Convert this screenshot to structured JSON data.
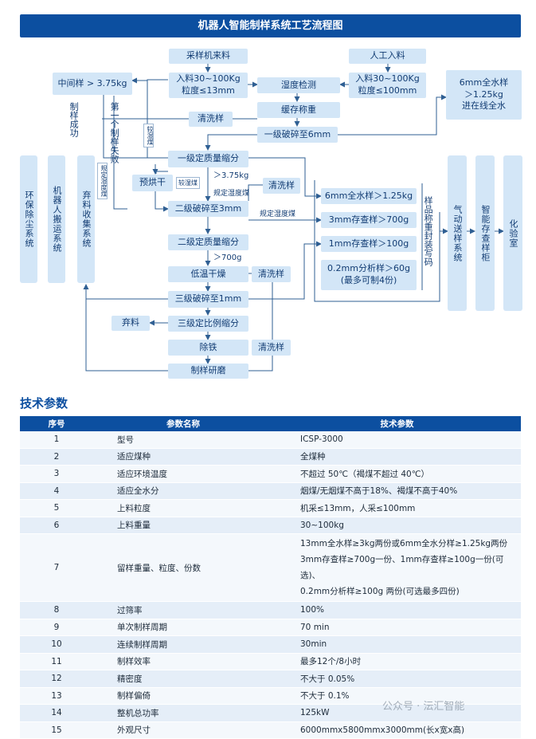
{
  "diagram": {
    "title": "机器人智能制样系统工艺流程图",
    "nodes": {
      "sampler_feed": "采样机来料",
      "manual_feed": "人工入料",
      "feed_spec_machine": [
        "入料30~100Kg",
        "粒度≤13mm"
      ],
      "feed_spec_manual": [
        "入料30~100Kg",
        "粒度≤100mm"
      ],
      "moisture_detect": "湿度检测",
      "buffer_weigh": "缓存称重",
      "crush1": "一级破碎至6mm",
      "wash1": "清洗样",
      "intermediate": "中间样 > 3.75kg",
      "divide1": "一级定质量缩分",
      "dry": "预烘干",
      "wash2": "清洗样",
      "crush2": "二级破碎至3mm",
      "divide2": "二级定质量缩分",
      "lowtemp_dry": "低温干燥",
      "wash3": "清洗样",
      "crush3": "三级破碎至1mm",
      "divide3": "三级定比例缩分",
      "discard": "弃料",
      "iron_remove": "除铁",
      "wash4": "清洗样",
      "grind": "制样研磨",
      "total_moisture": [
        "6mm全水样",
        "＞1.25kg",
        "进在线全水"
      ],
      "out_6mm": "6mm全水样＞1.25kg",
      "out_3mm": "3mm存查样＞700g",
      "out_1mm": "1mm存查样＞100g",
      "out_02mm": [
        "0.2mm分析样＞60g",
        "(最多可制4份)"
      ],
      "sample_weigh_seal": "样品称重封装写码",
      "env_dust": "环保除尘系统",
      "robot_transport": "机器人搬运系统",
      "waste_collect": "弃料收集系统",
      "pneumatic": "气动送样系统",
      "smart_cabinet": "智能存查样柜",
      "lab": "化验室"
    },
    "labels": {
      "success": "制样成功",
      "fail": "第一个制样失败",
      "wet_coal": "较湿煤",
      "wet_coal2": "较湿煤",
      "spec_wet_coal_v": "规定湿度煤",
      "gt_375": "＞3.75kg",
      "spec_wet_coal_a": "规定湿度煤",
      "spec_wet_coal_b": "规定湿度煤",
      "gt_700": "＞700g"
    }
  },
  "params": {
    "section_title": "技术参数",
    "headers": [
      "序号",
      "参数名称",
      "技术参数"
    ],
    "rows": [
      [
        "1",
        "型号",
        "ICSP-3000"
      ],
      [
        "2",
        "适应煤种",
        "全煤种"
      ],
      [
        "3",
        "适应环境温度",
        "不超过 50℃（褐煤不超过 40℃）"
      ],
      [
        "4",
        "适应全水分",
        "烟煤/无烟煤不高于18%、褐煤不高于40%"
      ],
      [
        "5",
        "上料粒度",
        "机采≤13mm，人采≤100mm"
      ],
      [
        "6",
        "上料重量",
        "30~100kg"
      ],
      [
        "7",
        "留样重量、粒度、份数",
        [
          "13mm全水样≥3kg两份或6mm全水分样≥1.25kg两份",
          "3mm存查样≥700g一份、1mm存查样≥100g一份(可选)、",
          "0.2mm分析样≥100g 两份(可选最多四份)"
        ]
      ],
      [
        "8",
        "过筛率",
        "100%"
      ],
      [
        "9",
        "单次制样周期",
        "70 min"
      ],
      [
        "10",
        "连续制样周期",
        "30min"
      ],
      [
        "11",
        "制样效率",
        "最多12个/8小时"
      ],
      [
        "12",
        "精密度",
        "不大于 0.05%"
      ],
      [
        "13",
        "制样偏倚",
        "不大于 0.1%"
      ],
      [
        "14",
        "整机总功率",
        "125kW"
      ],
      [
        "15",
        "外观尺寸",
        "6000mmx5800mmx3000mm(长x宽x高)"
      ]
    ]
  },
  "watermark": "公众号 · 沄汇智能",
  "colors": {
    "banner": "#0c4fa0",
    "box": "#d3e6f7",
    "line": "#2f5f93"
  }
}
